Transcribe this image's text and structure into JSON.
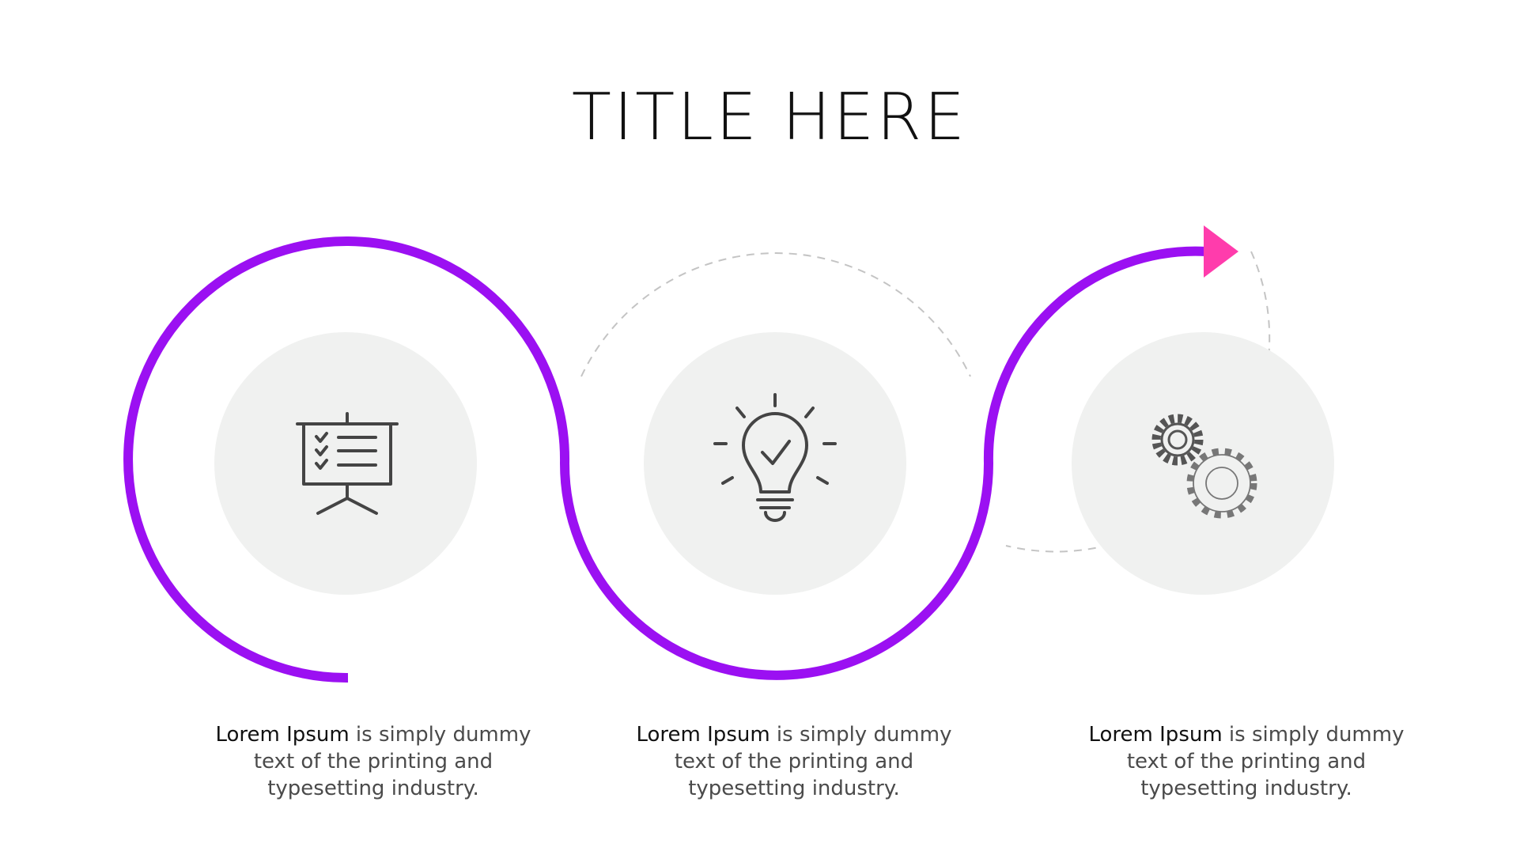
{
  "title": "TITLE HERE",
  "steps": [
    {
      "icon": "presentation-board-icon",
      "caption_lead": "Lorem Ipsum",
      "caption_rest": " is simply dummy text of the printing and typesetting industry."
    },
    {
      "icon": "lightbulb-check-icon",
      "caption_lead": "Lorem Ipsum",
      "caption_rest": " is simply dummy text of the printing and typesetting industry."
    },
    {
      "icon": "gears-icon",
      "caption_lead": "Lorem Ipsum",
      "caption_rest": " is simply dummy text of the printing and typesetting industry."
    }
  ],
  "colors": {
    "path": "#9b10f2",
    "arrow": "#ff3cac",
    "circle_fill": "#f0f1f0",
    "dashed": "#c4c4c4",
    "icon": "#444444"
  }
}
